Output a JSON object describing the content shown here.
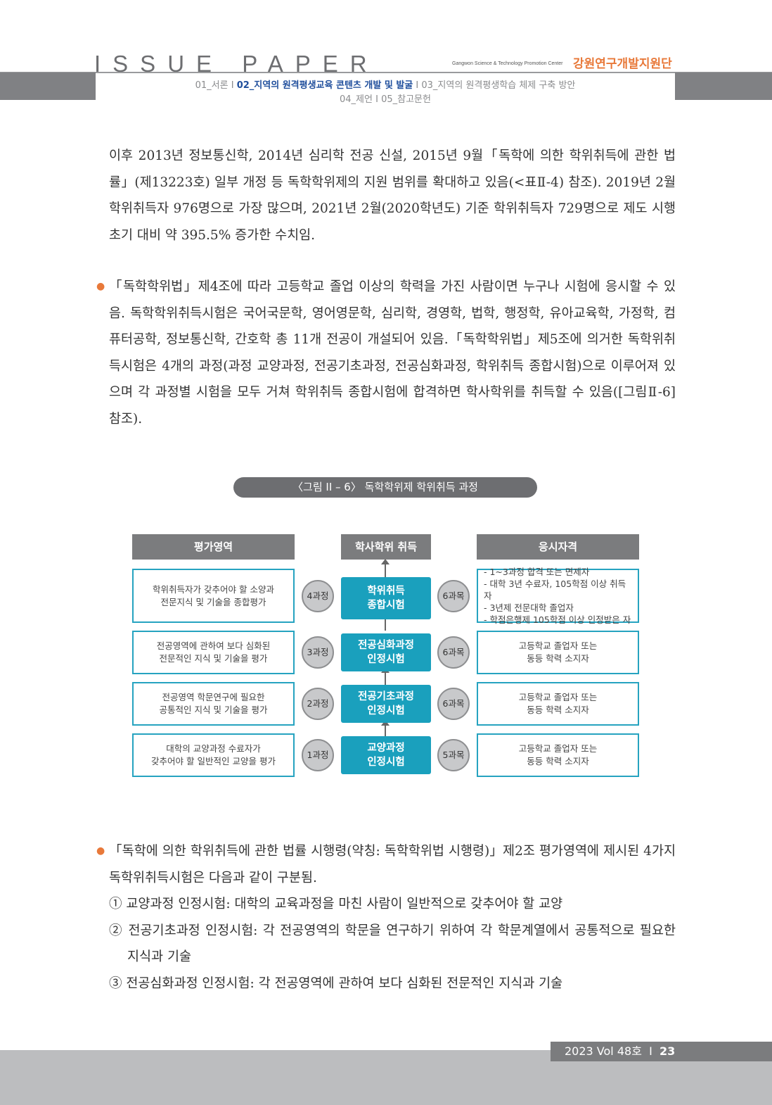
{
  "header": {
    "title": "ISSUE PAPER",
    "center_en": "Gangwon Science & Technology Promotion Center",
    "org": "강원연구개발지원단",
    "nav": [
      "01_서론",
      "02_지역의 원격평생교육 콘텐츠 개발 및 발굴",
      "03_지역의 원격평생학습 체제 구축 방안",
      "04_제언",
      "05_참고문헌"
    ],
    "sep": "I"
  },
  "paragraphs": [
    "이후 2013년 정보통신학, 2014년 심리학 전공 신설, 2015년 9월「독학에 의한 학위취득에 관한 법률」(제13223호) 일부 개정 등 독학학위제의 지원 범위를 확대하고 있음(<표Ⅱ-4) 참조). 2019년 2월 학위취득자 976명으로 가장 많으며, 2021년 2월(2020학년도) 기준 학위취득자 729명으로 제도 시행 초기 대비 약 395.5% 증가한 수치임.",
    "「독학학위법」제4조에 따라 고등학교 졸업 이상의 학력을 가진 사람이면 누구나 시험에 응시할 수 있음. 독학학위취득시험은 국어국문학, 영어영문학, 심리학, 경영학, 법학, 행정학, 유아교육학, 가정학, 컴퓨터공학, 정보통신학, 간호학 총 11개 전공이 개설되어 있음.「독학학위법」제5조에 의거한 독학위취득시험은 4개의 과정(과정 교양과정, 전공기초과정, 전공심화과정, 학위취득 종합시험)으로 이루어져 있으며 각 과정별 시험을 모두 거쳐 학위취득 종합시험에 합격하면 학사학위를 취득할 수 있음([그림Ⅱ-6] 참조).",
    "「독학에 의한 학위취득에 관한 법률 시행령(약칭: 독학학위법 시행령)」제2조 평가영역에 제시된 4가지 독학위취득시험은 다음과 같이 구분됨."
  ],
  "list": [
    "① 교양과정 인정시험: 대학의 교육과정을 마친 사람이 일반적으로 갖추어야 할 교양",
    "② 전공기초과정 인정시험: 각 전공영역의 학문을 연구하기 위하여 각 학문계열에서 공통적으로 필요한 지식과 기술",
    "③ 전공심화과정 인정시험: 각 전공영역에 관하여 보다 심화된 전문적인 지식과 기술"
  ],
  "bullet": "●",
  "figure": {
    "title": "〈그림 II – 6〉 독학학위제 학위취득 과정",
    "headers": [
      "평가영역",
      "학사학위 취득",
      "응시자격"
    ],
    "rows": [
      {
        "eval": "학위취득자가 갖추어야 할 소양과\n전문지식 및 기술을 종합평가",
        "stage": "4과정",
        "exam": "학위취득\n종합시험",
        "subjects": "6과목",
        "qual": "- 1~3과정 합격 또는 면제자\n- 대학 3년 수료자, 105학점 이상 취득자\n- 3년제 전문대학 졸업자\n- 학점은행제 105학점 이상 인정받은 자"
      },
      {
        "eval": "전공영역에 관하여 보다 심화된\n전문적인 지식 및 기술을 평가",
        "stage": "3과정",
        "exam": "전공심화과정\n인정시험",
        "subjects": "6과목",
        "qual": "고등학교 졸업자 또는\n동등 학력 소지자"
      },
      {
        "eval": "전공영역 학문연구에 필요한\n공통적인 지식 및 기술을 평가",
        "stage": "2과정",
        "exam": "전공기초과정\n인정시험",
        "subjects": "6과목",
        "qual": "고등학교 졸업자 또는\n동등 학력 소지자"
      },
      {
        "eval": "대학의 교양과정 수료자가\n갖추어야 할 일반적인 교양을 평가",
        "stage": "1과정",
        "exam": "교양과정\n인정시험",
        "subjects": "5과목",
        "qual": "고등학교 졸업자 또는\n동등 학력 소지자"
      }
    ]
  },
  "footer": {
    "issue": "2023 Vol 48호",
    "sep": "I",
    "page": "23"
  }
}
